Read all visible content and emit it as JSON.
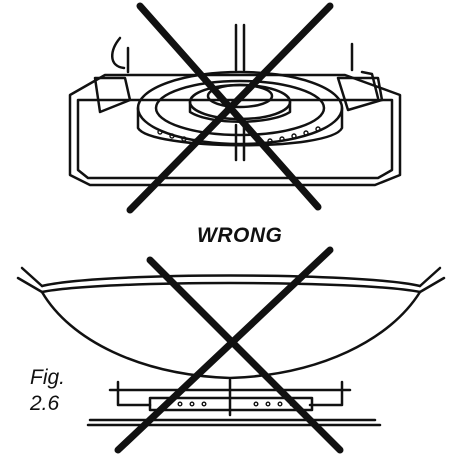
{
  "labels": {
    "wrong": "WRONG",
    "fig_line1": "Fig.",
    "fig_line2": "2.6"
  },
  "colors": {
    "ink": "#111111",
    "background": "#ffffff"
  }
}
